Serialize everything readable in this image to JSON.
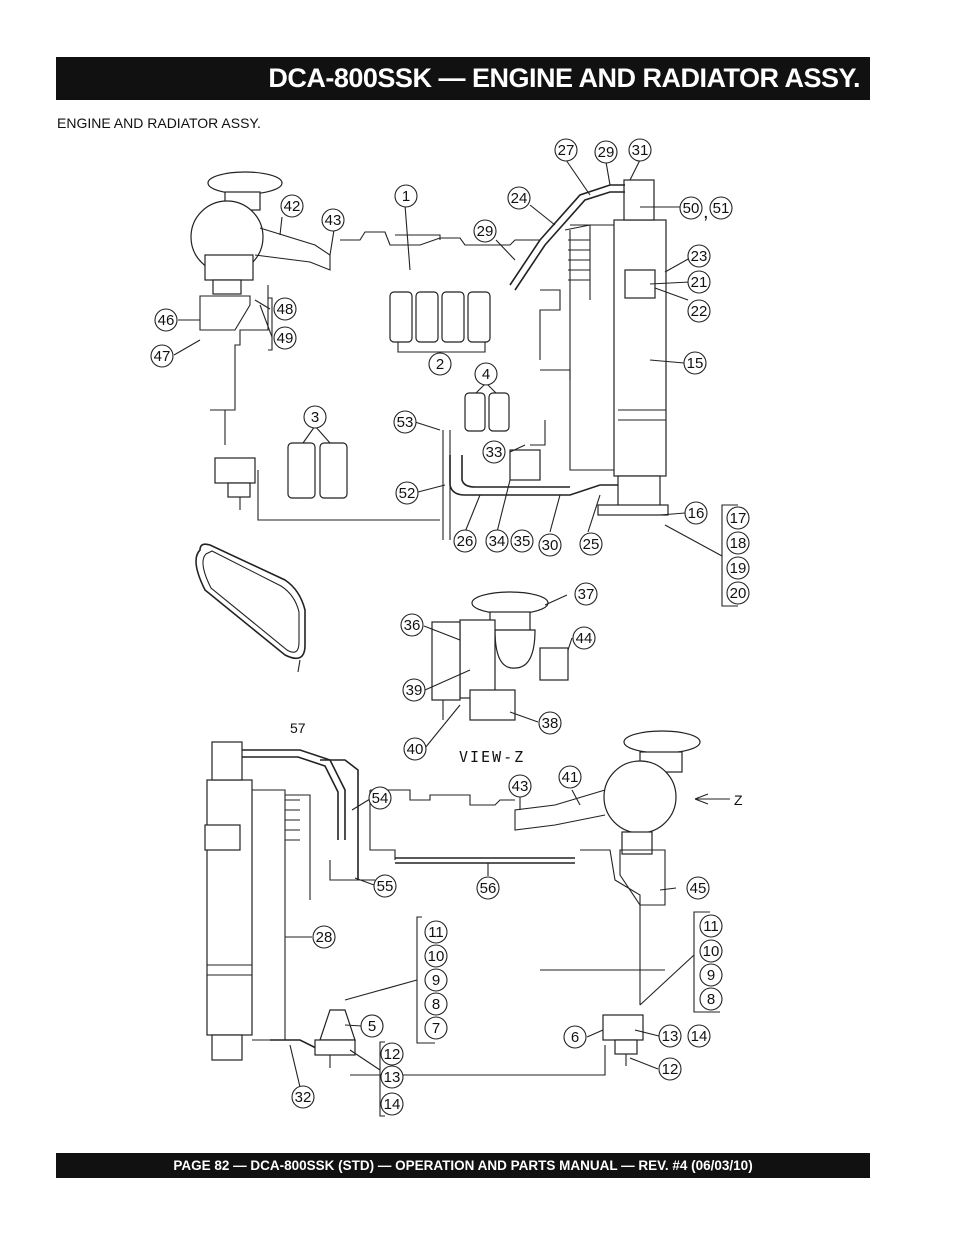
{
  "header": {
    "title": "DCA-800SSK — ENGINE AND RADIATOR ASSY."
  },
  "section": {
    "subtitle": "ENGINE AND RADIATOR ASSY."
  },
  "footer": {
    "text": "PAGE 82 — DCA-800SSK (STD)  — OPERATION AND PARTS MANUAL — REV. #4  (06/03/10)"
  },
  "diagram": {
    "view_label": "VIEW-Z",
    "arrow_label": "Z",
    "belt_label": "57",
    "comma": ",",
    "callouts": [
      "1",
      "2",
      "3",
      "4",
      "5",
      "6",
      "7",
      "8",
      "9",
      "10",
      "11",
      "12",
      "13",
      "14",
      "15",
      "16",
      "17",
      "18",
      "19",
      "20",
      "21",
      "22",
      "23",
      "24",
      "25",
      "26",
      "27",
      "28",
      "29",
      "30",
      "31",
      "32",
      "33",
      "34",
      "35",
      "36",
      "37",
      "38",
      "39",
      "40",
      "41",
      "42",
      "43",
      "44",
      "45",
      "46",
      "47",
      "48",
      "49",
      "50",
      "51",
      "52",
      "53",
      "54",
      "55",
      "56"
    ]
  }
}
